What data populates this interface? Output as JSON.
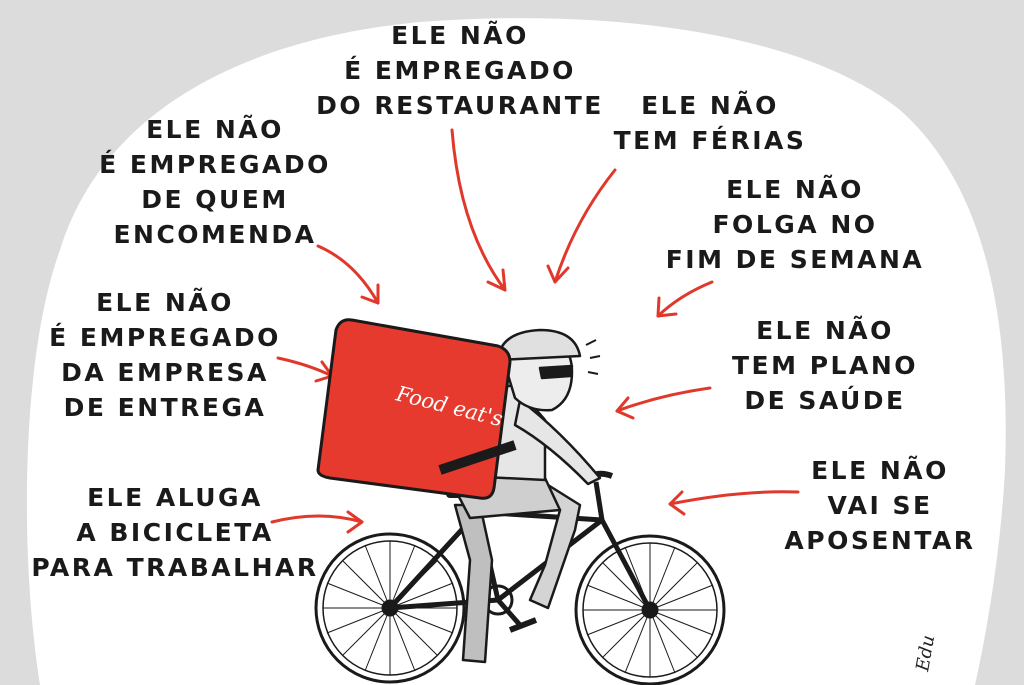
{
  "captions": {
    "restaurante": [
      "ELE NÃO",
      "É EMPREGADO",
      "DO RESTAURANTE"
    ],
    "ferias": [
      "ELE NÃO",
      "TEM FÉRIAS"
    ],
    "quem_encomenda": [
      "ELE NÃO",
      "É EMPREGADO",
      "DE QUEM",
      "ENCOMENDA"
    ],
    "folga": [
      "ELE NÃO",
      "FOLGA NO",
      "FIM DE SEMANA"
    ],
    "empresa_entrega": [
      "ELE NÃO",
      "É EMPREGADO",
      "DA EMPRESA",
      "DE ENTREGA"
    ],
    "saude": [
      "ELE NÃO",
      "TEM PLANO",
      "DE SAÚDE"
    ],
    "aposentar": [
      "ELE NÃO",
      "VAI SE",
      "APOSENTAR"
    ],
    "bicicleta": [
      "ELE ALUGA",
      "A BICICLETA",
      "PARA TRABALHAR"
    ]
  },
  "backpack_brand": "Food eat's",
  "signature": "Edu",
  "colors": {
    "background": "#dcdcdc",
    "bubble": "#ffffff",
    "arrow": "#e0392b",
    "backpack": "#e63a2e",
    "ink": "#1a1a1a"
  }
}
